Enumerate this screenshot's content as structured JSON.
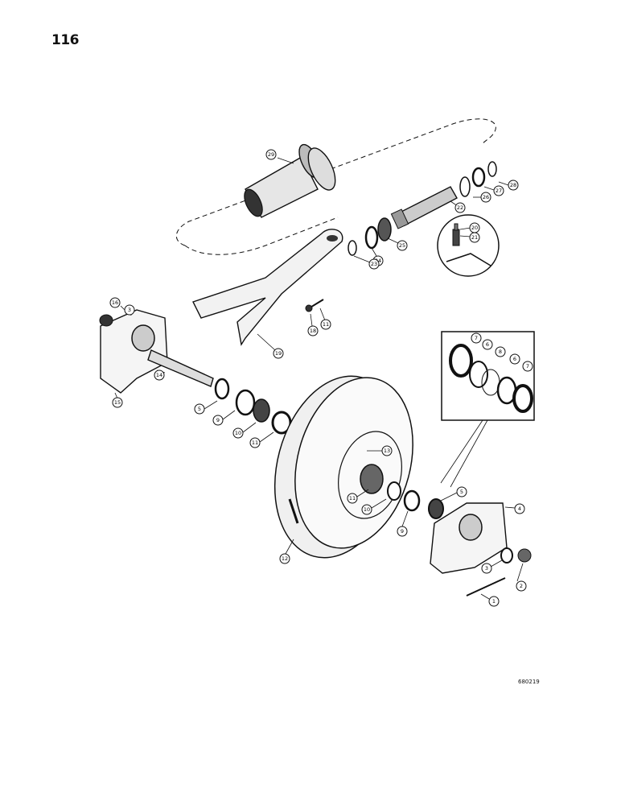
{
  "page": {
    "number": "116",
    "figure_code": "680219"
  },
  "callouts": {
    "c1": "1",
    "c2": "2",
    "c3a": "3",
    "c3b": "3",
    "c4": "4",
    "c5a": "5",
    "c5b": "5",
    "c6a": "6",
    "c6b": "6",
    "c7a": "7",
    "c7b": "7",
    "c8": "8",
    "c9a": "9",
    "c9b": "9",
    "c10a": "10",
    "c10b": "10",
    "c11a": "11",
    "c11b": "11",
    "c11c": "11",
    "c12": "12",
    "c13": "13",
    "c14": "14",
    "c15": "15",
    "c16": "16",
    "c18": "18",
    "c19": "19",
    "c20": "20",
    "c21": "21",
    "c22": "22",
    "c23": "23",
    "c24": "24",
    "c25": "25",
    "c26": "26",
    "c27": "27",
    "c28": "28",
    "c29": "29"
  }
}
